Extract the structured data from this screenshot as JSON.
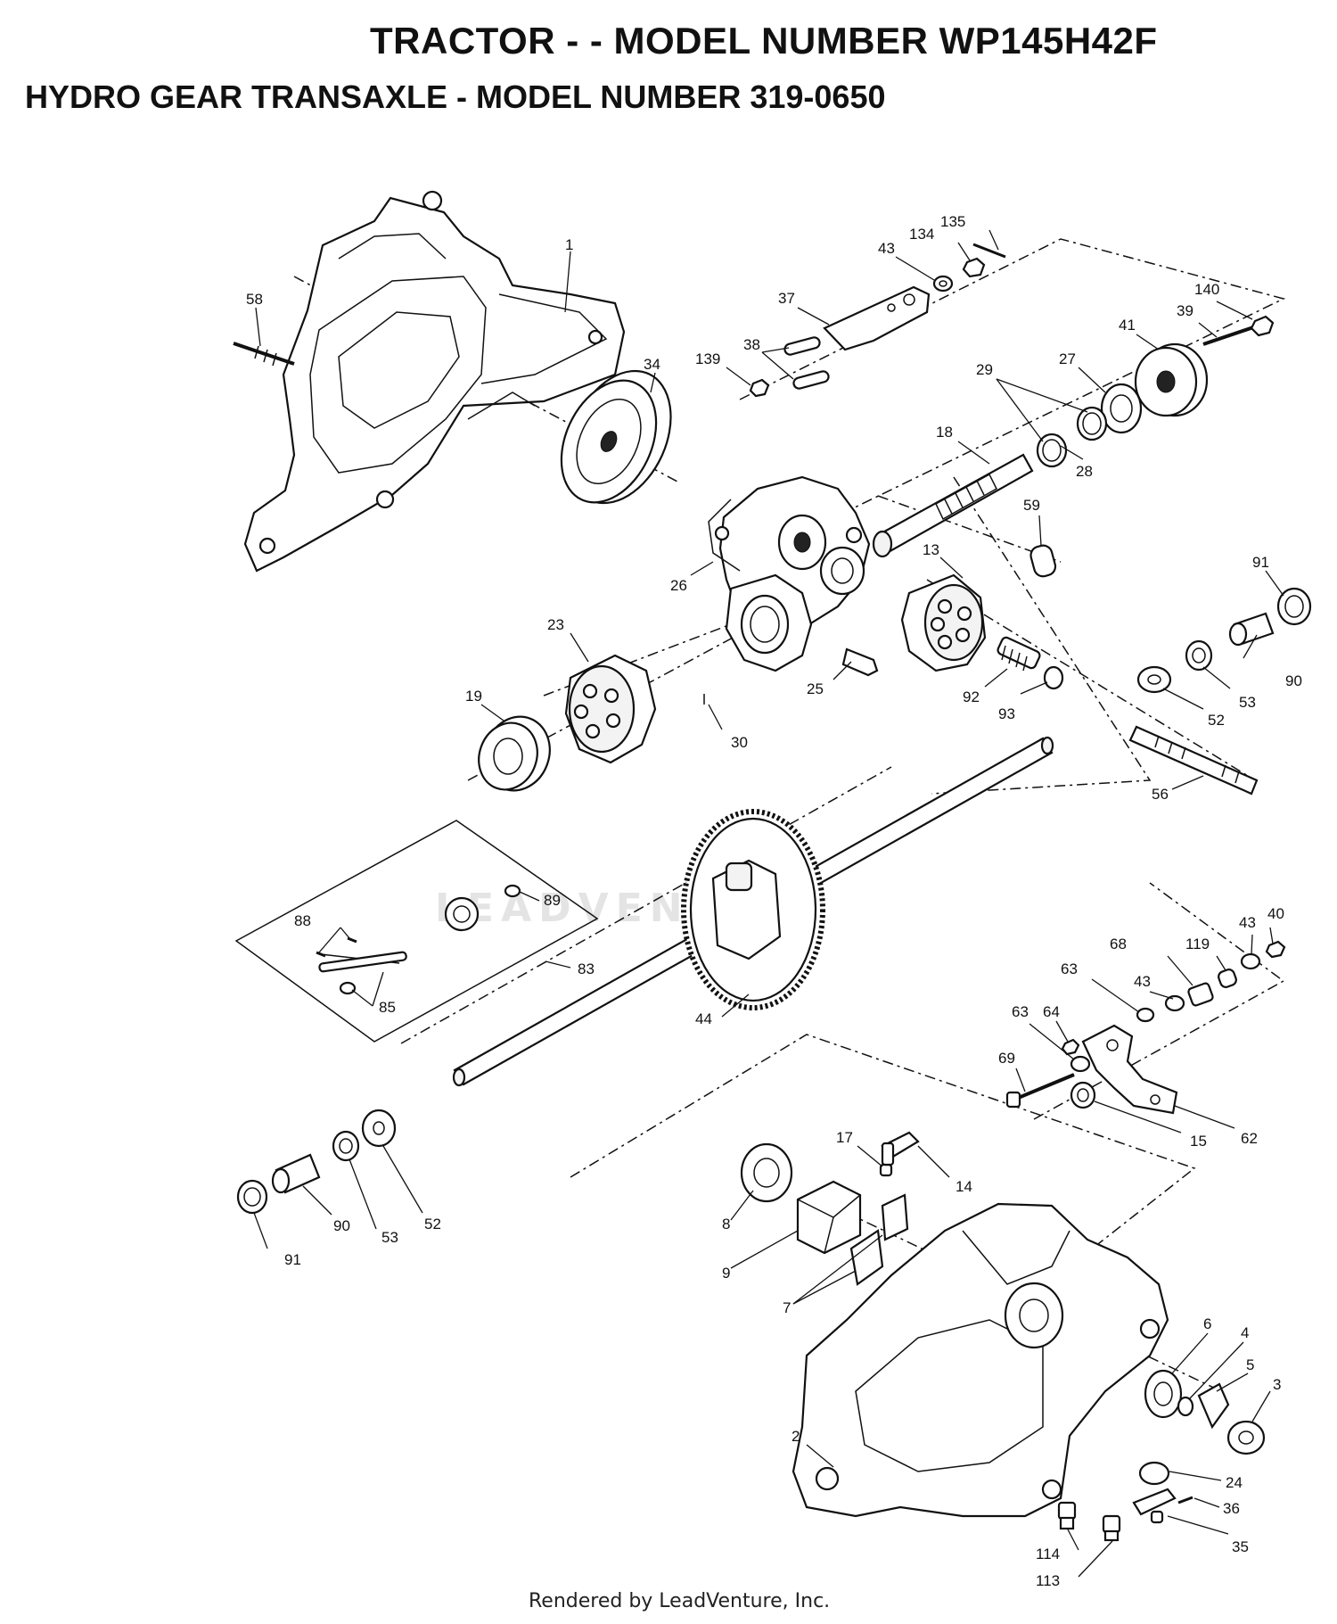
{
  "header": {
    "title": "TRACTOR - - MODEL NUMBER WP145H42F",
    "subtitle": "HYDRO GEAR TRANSAXLE - MODEL NUMBER 319-0650"
  },
  "watermark": "LEADVENTURE",
  "footer": "Rendered by LeadVenture, Inc.",
  "callouts": [
    "1",
    "58",
    "34",
    "135",
    "134",
    "43",
    "37",
    "38",
    "139",
    "140",
    "39",
    "41",
    "27",
    "29",
    "28",
    "18",
    "59",
    "26",
    "13",
    "23",
    "19",
    "25",
    "30",
    "92",
    "93",
    "91",
    "53",
    "90",
    "52",
    "56",
    "89",
    "88",
    "83",
    "85",
    "44",
    "68",
    "119",
    "43",
    "40",
    "63",
    "43",
    "64",
    "63",
    "69",
    "15",
    "62",
    "17",
    "14",
    "8",
    "9",
    "7",
    "91",
    "90",
    "53",
    "52",
    "6",
    "4",
    "5",
    "3",
    "2",
    "24",
    "36",
    "114",
    "35",
    "113"
  ]
}
